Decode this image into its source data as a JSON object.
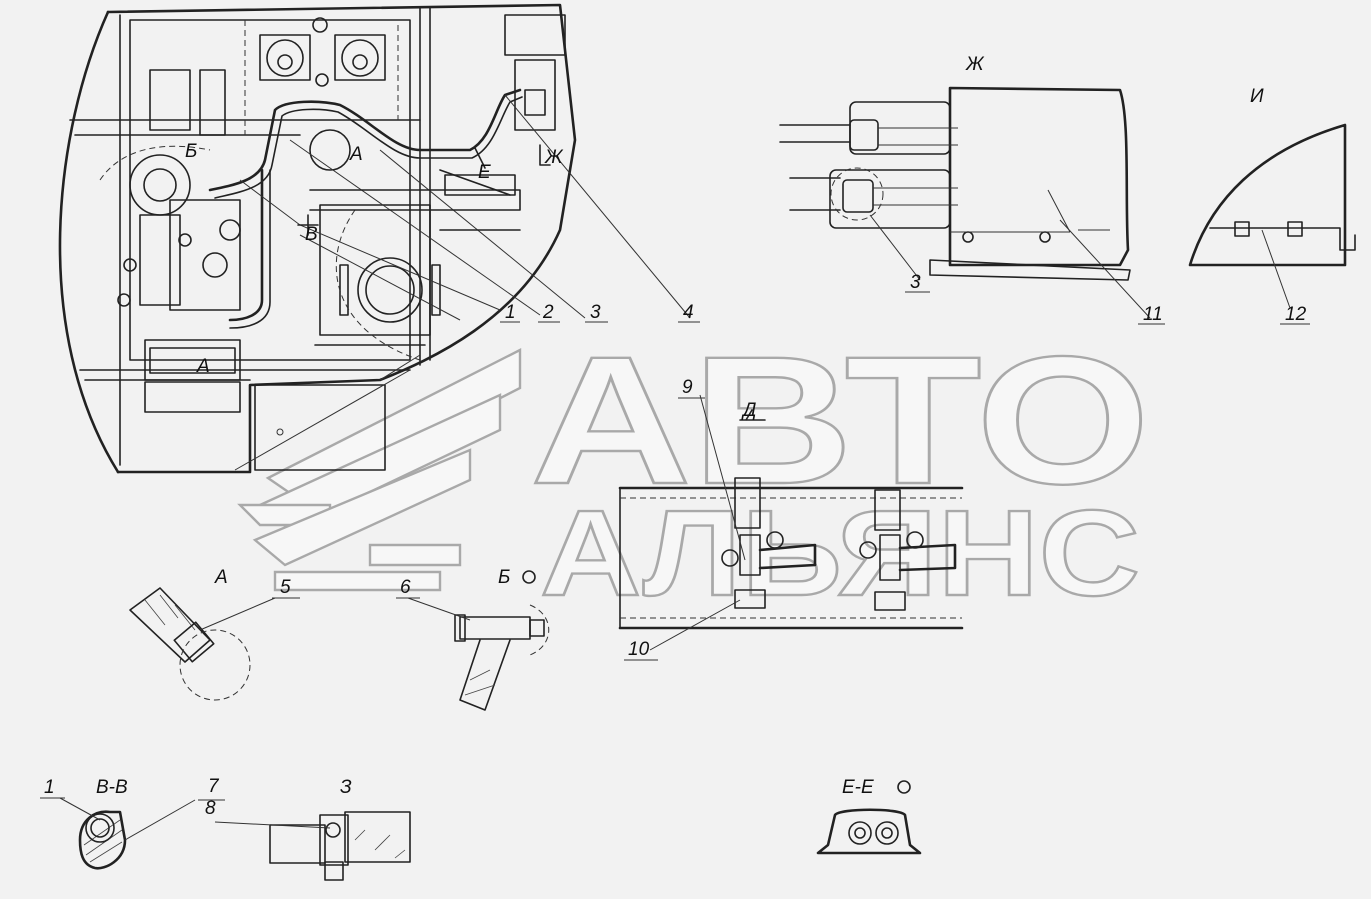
{
  "labels": {
    "l1": "1",
    "l2": "2",
    "l3": "3",
    "l4": "4",
    "l5": "5",
    "l6": "6",
    "l7": "7",
    "l8": "8",
    "l9": "9",
    "l10": "10",
    "l11": "11",
    "l12": "12",
    "l3_zh": "3",
    "l1_bottom": "1",
    "view_zh": "Ж",
    "view_i": "И",
    "view_a": "А",
    "view_b": "Б",
    "view_d": "Д",
    "section_vv": "В-В",
    "view_z": "З",
    "section_ee": "Е-Е",
    "main_a": "А",
    "main_b": "Б",
    "main_v": "В",
    "main_e": "Е",
    "main_zh": "Ж",
    "main_a2": "А"
  },
  "watermark": {
    "line1": "АВТО",
    "line2": "АЛЬЯНС"
  }
}
